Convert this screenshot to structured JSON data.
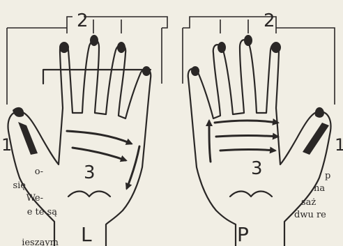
{
  "hands": {
    "left": {
      "letter": "L",
      "label_top": "2",
      "label_thumb": "1",
      "label_palm": "3"
    },
    "right": {
      "letter": "P",
      "label_top": "2",
      "label_thumb": "1",
      "label_palm": "3"
    }
  },
  "text_fragments": {
    "left": [
      "o-",
      "się",
      "We-",
      "e te są",
      "iesząym"
    ],
    "right": [
      "p",
      "na",
      "saż",
      "dwu re"
    ]
  },
  "colors": {
    "paper": "#f1eee4",
    "ink": "#2a2726"
  }
}
